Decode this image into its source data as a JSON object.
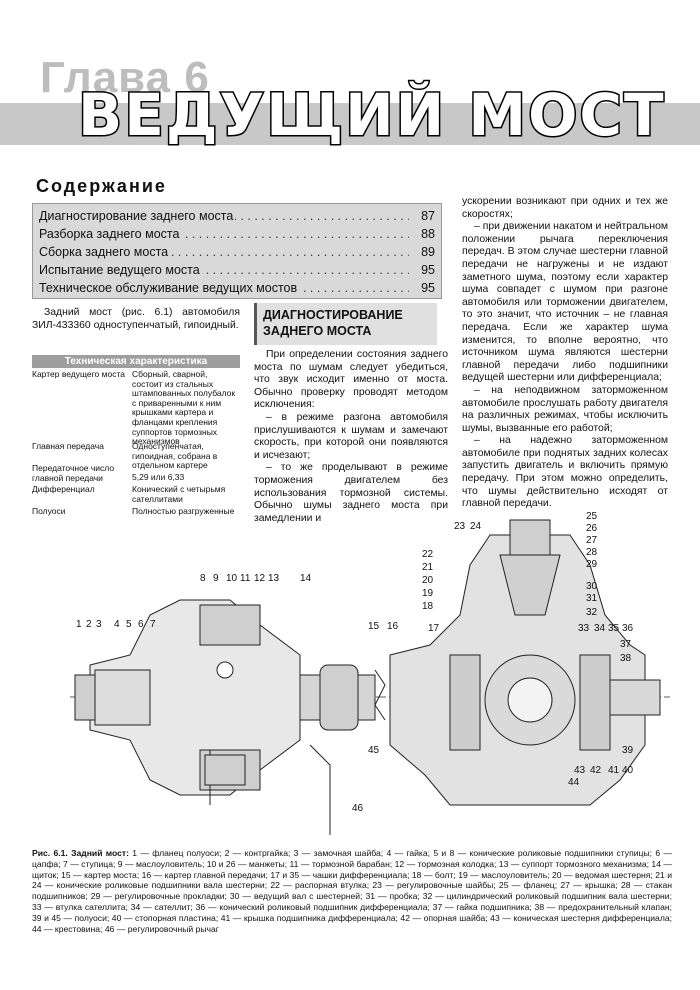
{
  "chapter": {
    "label": "Глава 6",
    "title": "ВЕДУЩИЙ МОСТ"
  },
  "contents": {
    "heading": "Содержание",
    "items": [
      {
        "title": "Диагностирование заднего моста",
        "page": "87"
      },
      {
        "title": "Разборка заднего моста",
        "page": "88"
      },
      {
        "title": "Сборка заднего моста",
        "page": "89"
      },
      {
        "title": "Испытание ведущего моста",
        "page": "95"
      },
      {
        "title": "Техническое обслуживание ведущих мостов",
        "page": "95"
      }
    ]
  },
  "intro": "Задний мост (рис. 6.1) автомобиля ЗИЛ-433360 одноступенчатый, гипоидный.",
  "specs": {
    "heading": "Техническая характеристика",
    "rows": [
      {
        "k": "Картер ведущего моста",
        "v": "Сборный, сварной, состоит из стальных штампованных полубалок с приваренными к ним крышками картера и фланцами крепления суппортов тормозных механизмов"
      },
      {
        "k": "Главная передача",
        "v": "Одноступенчатая, гипоидная, собрана в отдельном картере"
      },
      {
        "k": "Передаточное число главной передачи",
        "v": "5,29 или 6,33"
      },
      {
        "k": "Дифференциал",
        "v": "Конический с четырьмя сателлитами"
      },
      {
        "k": "Полуоси",
        "v": "Полностью разгруженные"
      }
    ]
  },
  "diag": {
    "title1": "ДИАГНОСТИРОВАНИЕ",
    "title2": "ЗАДНЕГО МОСТА",
    "p1": "При определении состояния заднего моста по шумам следует убедиться, что звук исходит именно от моста. Обычно проверку проводят методом исключения:",
    "p2": "– в режиме разгона автомобиля прислушиваются к шумам и замечают скорость, при которой они появляются и исчезают;",
    "p3": "– то же проделывают в режиме торможения двигателем без использования тормозной системы. Обычно шумы заднего моста при замедлении и"
  },
  "right_col": {
    "p1": "ускорении возникают при одних и тех же скоростях;",
    "p2": "– при движении накатом и нейтральном положении рычага переключения передач. В этом случае шестерни главной передачи не нагружены и не издают заметного шума, поэтому если характер шума совпадет с шумом при разгоне автомобиля или торможении двигателем, то это значит, что источник – не главная передача. Если же характер шума изменится, то вполне вероятно, что источником шума являются шестерни главной передачи либо подшипники ведущей шестерни или дифференциала;",
    "p3": "– на неподвижном заторможенном автомобиле прослушать работу двигателя на различных режимах, чтобы исключить шумы, вызванные его работой;",
    "p4": "– на надежно заторможенном автомобиле при поднятых задних колесах запустить двигатель и включить прямую передачу. При этом можно определить, что шумы действительно исходят от главной передачи."
  },
  "figure": {
    "labels": [
      "1",
      "2",
      "3",
      "4",
      "5",
      "6",
      "7",
      "8",
      "9",
      "10",
      "11",
      "12",
      "13",
      "14",
      "15",
      "16",
      "17",
      "18",
      "19",
      "20",
      "21",
      "22",
      "23",
      "24",
      "25",
      "26",
      "27",
      "28",
      "29",
      "30",
      "31",
      "32",
      "33",
      "34",
      "35",
      "36",
      "37",
      "38",
      "39",
      "40",
      "41",
      "42",
      "43",
      "44",
      "45",
      "46"
    ],
    "caption_title": "Рис. 6.1. Задний мост:",
    "caption": "1 — фланец полуоси; 2 — контргайка; 3 — замочная шайба; 4 — гайка; 5 и 8 — конические роликовые подшипники ступицы; 6 — цапфа; 7 — ступица; 9 — маслоуловитель; 10 и 26 — манжеты; 11 — тормозной барабан; 12 — тормозная колодка; 13 — суппорт тормозного механизма; 14 — щиток; 15 — картер моста; 16 — картер главной передачи; 17 и 35 — чашки дифференциала; 18 — болт; 19 — маслоуловитель; 20 — ведомая шестерня; 21 и 24 — конические роликовые подшипники вала шестерни; 22 — распорная втулка; 23 — регулировочные шайбы; 25 — фланец; 27 — крышка; 28 — стакан подшипников; 29 — регулировочные прокладки; 30 — ведущий вал с шестерней; 31 — пробка; 32 — цилиндрический роликовый подшипник вала шестерни; 33 — втулка сателлита; 34 — сателлит; 36 — конический роликовый подшипник дифференциала; 37 — гайка подшипника; 38 — предохранительный клапан; 39 и 45 — полуоси; 40 — стопорная пластина; 41 — крышка подшипника дифференциала; 42 — опорная шайба; 43 — коническая шестерня дифференциала; 44 — крестовина; 46 — регулировочный рычаг"
  }
}
